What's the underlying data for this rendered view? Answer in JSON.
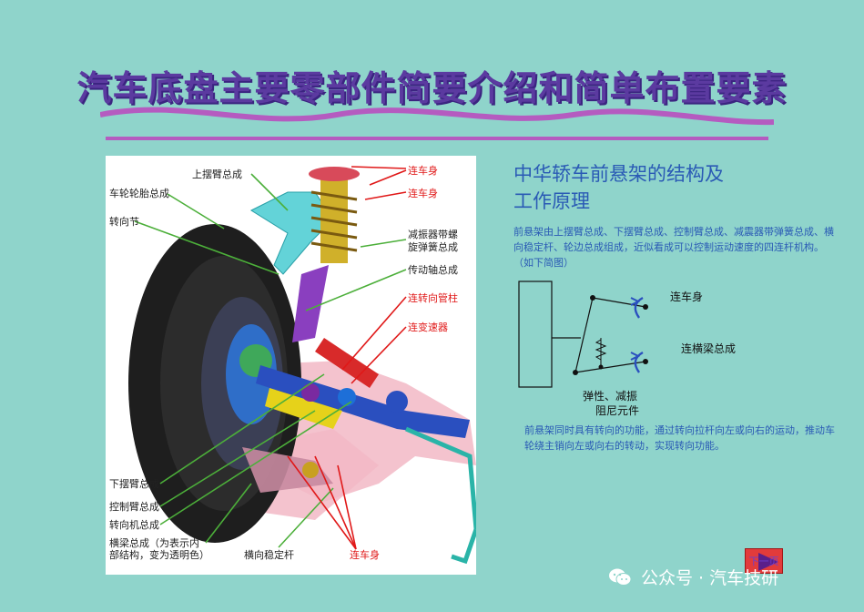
{
  "title": "汽车底盘主要零部件简要介绍和简单布置要素",
  "diagram": {
    "labels": [
      {
        "key": "upper_arm",
        "text": "上摆臂总成"
      },
      {
        "key": "wheel_tire",
        "text": "车轮轮胎总成"
      },
      {
        "key": "knuckle",
        "text": "转向节"
      },
      {
        "key": "body1",
        "text": "连车身"
      },
      {
        "key": "body2",
        "text": "连车身"
      },
      {
        "key": "shock_line1",
        "text": "减振器带螺"
      },
      {
        "key": "shock_line2",
        "text": "旋弹簧总成"
      },
      {
        "key": "drive_shaft",
        "text": "传动轴总成"
      },
      {
        "key": "steering_column",
        "text": "连转向管柱"
      },
      {
        "key": "transmission",
        "text": "连变速器"
      },
      {
        "key": "lower_arm",
        "text": "下摆臂总成"
      },
      {
        "key": "control_arm",
        "text": "控制臂总成"
      },
      {
        "key": "steering_gear",
        "text": "转向机总成"
      },
      {
        "key": "crossbeam_line1",
        "text": "横梁总成（为表示内"
      },
      {
        "key": "crossbeam_line2",
        "text": "部结构，变为透明色）"
      },
      {
        "key": "stabilizer",
        "text": "横向稳定杆"
      },
      {
        "key": "body3",
        "text": "连车身"
      }
    ]
  },
  "section": {
    "subtitle_line1": "中华轿车前悬架的结构及",
    "subtitle_line2": "工作原理",
    "para1": "前悬架由上摆臂总成、下摆臂总成、控制臂总成、减震器带弹簧总成、横向稳定杆、轮边总成组成，近似看成可以控制运动速度的四连杆机构。（如下简图）",
    "schematic": {
      "label_body": "连车身",
      "label_crossbeam": "连横梁总成",
      "label_elastic_line1": "弹性、减振",
      "label_elastic_line2": "阻尼元件"
    },
    "para2": "前悬架同时具有转向的功能，通过转向拉杆向左或向右的运动，推动车轮绕主销向左或向右的转动，实现转向功能。"
  },
  "next_button": {
    "label": "下一页"
  },
  "watermark": {
    "text": "公众号 · 汽车技研",
    "icon": "wechat-icon"
  },
  "colors": {
    "background": "#8fd4cb",
    "title": "#5b3aa0",
    "accent_text": "#2a5ab5",
    "callout_red": "#e01818",
    "callout_green": "#4caf3a"
  }
}
